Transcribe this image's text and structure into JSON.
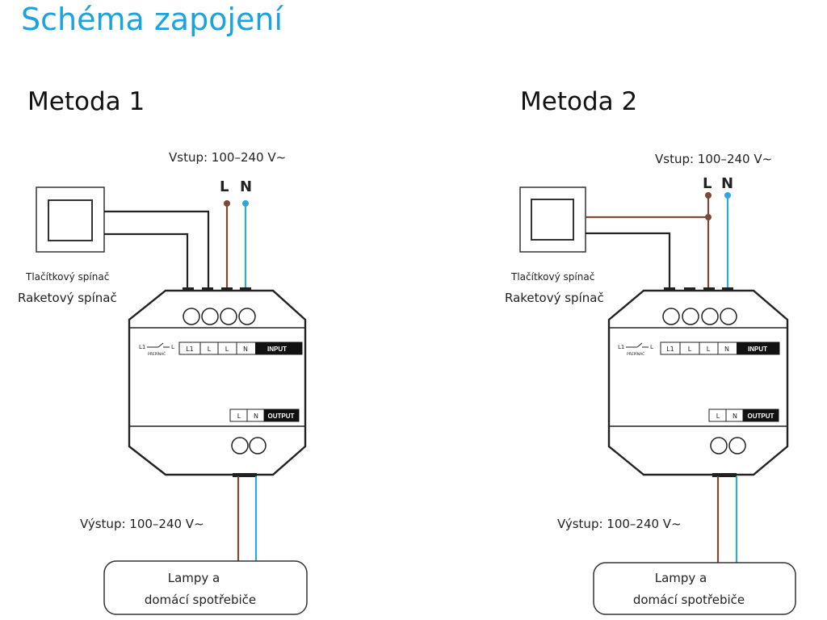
{
  "title": "Schéma zapojení",
  "methods": [
    {
      "name": "Metoda 1",
      "input": "Vstup: 100–240 V~",
      "l": "L",
      "n": "N",
      "switch_line1": "Tlačítkový spínač",
      "switch_line2": "Raketový spínač",
      "device": {
        "input_terminals": [
          "L1",
          "L",
          "L",
          "N"
        ],
        "input_label": "INPUT",
        "output_terminals": [
          "L",
          "N"
        ],
        "output_label": "OUTPUT",
        "side_left": "L1",
        "side_right": "L",
        "side_small": "PŘEPÍNAČ"
      },
      "output": "Výstup: 100–240 V~",
      "load_line1": "Lampy a",
      "load_line2": "domácí spotřebiče"
    },
    {
      "name": "Metoda 2",
      "input": "Vstup: 100–240 V~",
      "l": "L",
      "n": "N",
      "switch_line1": "Tlačítkový spínač",
      "switch_line2": "Raketový spínač",
      "device": {
        "input_terminals": [
          "L1",
          "L",
          "L",
          "N"
        ],
        "input_label": "INPUT",
        "output_terminals": [
          "L",
          "N"
        ],
        "output_label": "OUTPUT",
        "side_left": "L1",
        "side_right": "L",
        "side_small": "PŘEPÍNAČ"
      },
      "output": "Výstup: 100–240 V~",
      "load_line1": "Lampy a",
      "load_line2": "domácí spotřebiče"
    }
  ],
  "colors": {
    "title": "#1aa3dd",
    "live_wire": "#7a4a35",
    "neutral_wire": "#2fa7db",
    "line": "#222222"
  }
}
